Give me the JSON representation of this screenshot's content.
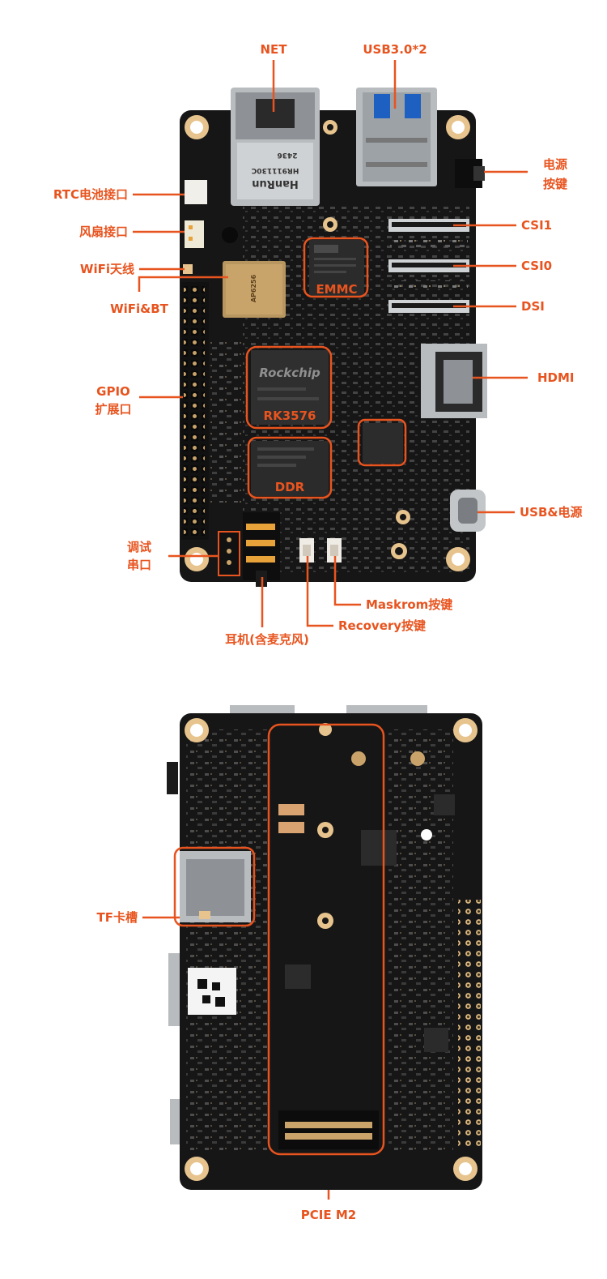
{
  "colors": {
    "accent": "#e8541f",
    "board": "#151515",
    "chip": "#2a2a2a",
    "gold": "#e7c48e"
  },
  "front_labels": {
    "net": "NET",
    "usb3": "USB3.0*2",
    "power_button_1": "电源",
    "power_button_2": "按键",
    "rtc": "RTC电池接口",
    "fan": "风扇接口",
    "wifi_antenna": "WiFi天线",
    "wifi_bt": "WiFi&BT",
    "gpio_1": "GPIO",
    "gpio_2": "扩展口",
    "csi1": "CSI1",
    "csi0": "CSI0",
    "dsi": "DSI",
    "hdmi": "HDMI",
    "usb_power": "USB&电源",
    "debug_1": "调试",
    "debug_2": "串口",
    "maskrom": "Maskrom按键",
    "recovery": "Recovery按键",
    "headphone": "耳机(含麦克风)"
  },
  "chip_labels": {
    "emmc": "EMMC",
    "soc": "RK3576",
    "ddr": "DDR",
    "rockchip_brand": "Rockchip",
    "hanrun_brand": "HanRun",
    "hanrun_part": "HR911130C",
    "hanrun_code": "2436",
    "wifi_module": "AP6256"
  },
  "back_labels": {
    "tf": "TF卡槽",
    "pcie": "PCIE M2"
  }
}
